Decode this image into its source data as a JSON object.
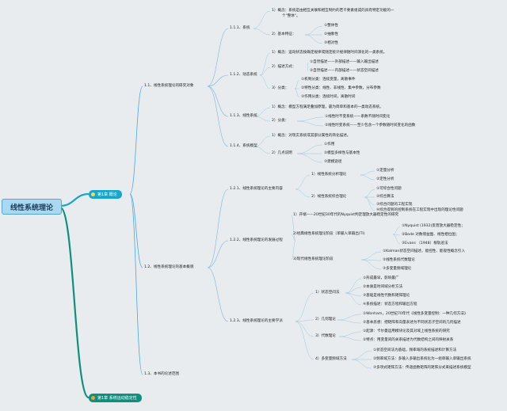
{
  "title": "线性系统理论",
  "chapters": [
    {
      "label": "第1章 概论",
      "icon": "bulb-icon",
      "color": "#1aa6c8"
    },
    {
      "label": "第1章 系统运动稳定性",
      "icon": "dot-icon",
      "color": "#0f8f7e"
    }
  ],
  "l1": [
    "1.1、线性系统理论的研究对象",
    "1.2、线性系统理论的基本概貌",
    "1.3、本书的论述范围"
  ],
  "l2": [
    "1.1.1、系统",
    "1.1.2、动态系统",
    "1.1.3、线性系统",
    "1.1.4、系统模型",
    "1.2.1、线性系统理论的主要内容",
    "1.2.2、线性系统理论的发展过程",
    "1.2.3、线性系统理论的主要学派"
  ],
  "l3": [
    "1）概念：系统是由相互关联和相互制约的若干要素组成的具有特定功能的一",
    "个\"整体\"。",
    "2）基本特征：",
    "①整体性",
    "②抽象性",
    "③相对性",
    "1）概念：运动状态按确定规律或随定统计规律随时间演化的一类系统。",
    "2）描述方式：",
    "①自然描述——外部描述——输入输出描述",
    "②自然描述——内部描述——状态空间描述",
    "3）分类：",
    "①机制分类：连续变量，离散事件",
    "②特性分类：线性、非线性、集中参数，分布参数",
    "③作用分类：连续时间，离散时间",
    "1）概念：模型方程满足叠加原理，最为简单和基本的一类动态系统。",
    "2）分类：",
    "①线性时不变系统——系数不随时间变化",
    "②线性时变系统——至少包含一个参数随时间变化的函数",
    "1）概念：对现实系统或其部分属性的简化描述。",
    "2）几点说明",
    "①作用",
    "②模型多样性与基本性",
    "③建模途径",
    "1）线性系统分析理论",
    "①定量分析",
    "②定性分析",
    "2）线性系统综合理论",
    "①可综合性问题",
    "②综合算法",
    "③综合问题的工程实现",
    "④综合得到的控制系统在工程实现中出现的理论性问题",
    "1）开端——20世纪30年代的Nyquist判定理放大器稳定性的研究",
    "2)经典线性系统理论阶段（单输入单输出(TI)",
    "①Nyquist (1932)反馈放大器稳定性；",
    "②Bode 对数增益图、线性相位图；",
    "③Evans （1948）根轨迹法",
    "3)现代线性系统理论阶段",
    "①Kalman状态空间描述，能控性、能观性概念引入",
    "②线性系统代数理论",
    "③多变量频域理论",
    "1）状态空间法",
    "①形成最早，影响最广",
    "②本质是时间域分析方法",
    "③基础是线性代数和矩阵理论",
    "④系统描述：状态方程和输出方程",
    "2）几何理论",
    "①Wonham，20世纪70年代《线性多变量控制：一种几何方法》",
    "②基本思想：把矩阵和向量表述为不同状态子空间的几何描述",
    "3）代数理论",
    "①起源：卡尔曼运用模块论及其对域上线性系统的研究",
    "②特点：用变量间的关系描述为代数结构之间的映射关系",
    "4）多变量频域方法",
    "①状态空间法为基础，频率域的系统描述和计算方法",
    "②频率域方法：多输入多输出系统化为一组单输入单输出系统",
    "③多项式矩阵方法：传递函数矩阵的矩阵分式来描述系统模型"
  ]
}
